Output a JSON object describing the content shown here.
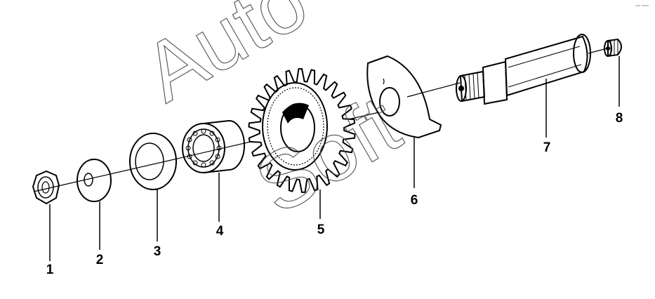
{
  "watermark": {
    "word1": "Auto",
    "word2": "Soft"
  },
  "parts": [
    {
      "id": "part-1",
      "label": "1",
      "name": "nut"
    },
    {
      "id": "part-2",
      "label": "2",
      "name": "washer"
    },
    {
      "id": "part-3",
      "label": "3",
      "name": "spacer"
    },
    {
      "id": "part-4",
      "label": "4",
      "name": "needle-bearing"
    },
    {
      "id": "part-5",
      "label": "5",
      "name": "gear"
    },
    {
      "id": "part-6",
      "label": "6",
      "name": "retaining-plate"
    },
    {
      "id": "part-7",
      "label": "7",
      "name": "shaft"
    },
    {
      "id": "part-8",
      "label": "8",
      "name": "plug-screw"
    }
  ]
}
